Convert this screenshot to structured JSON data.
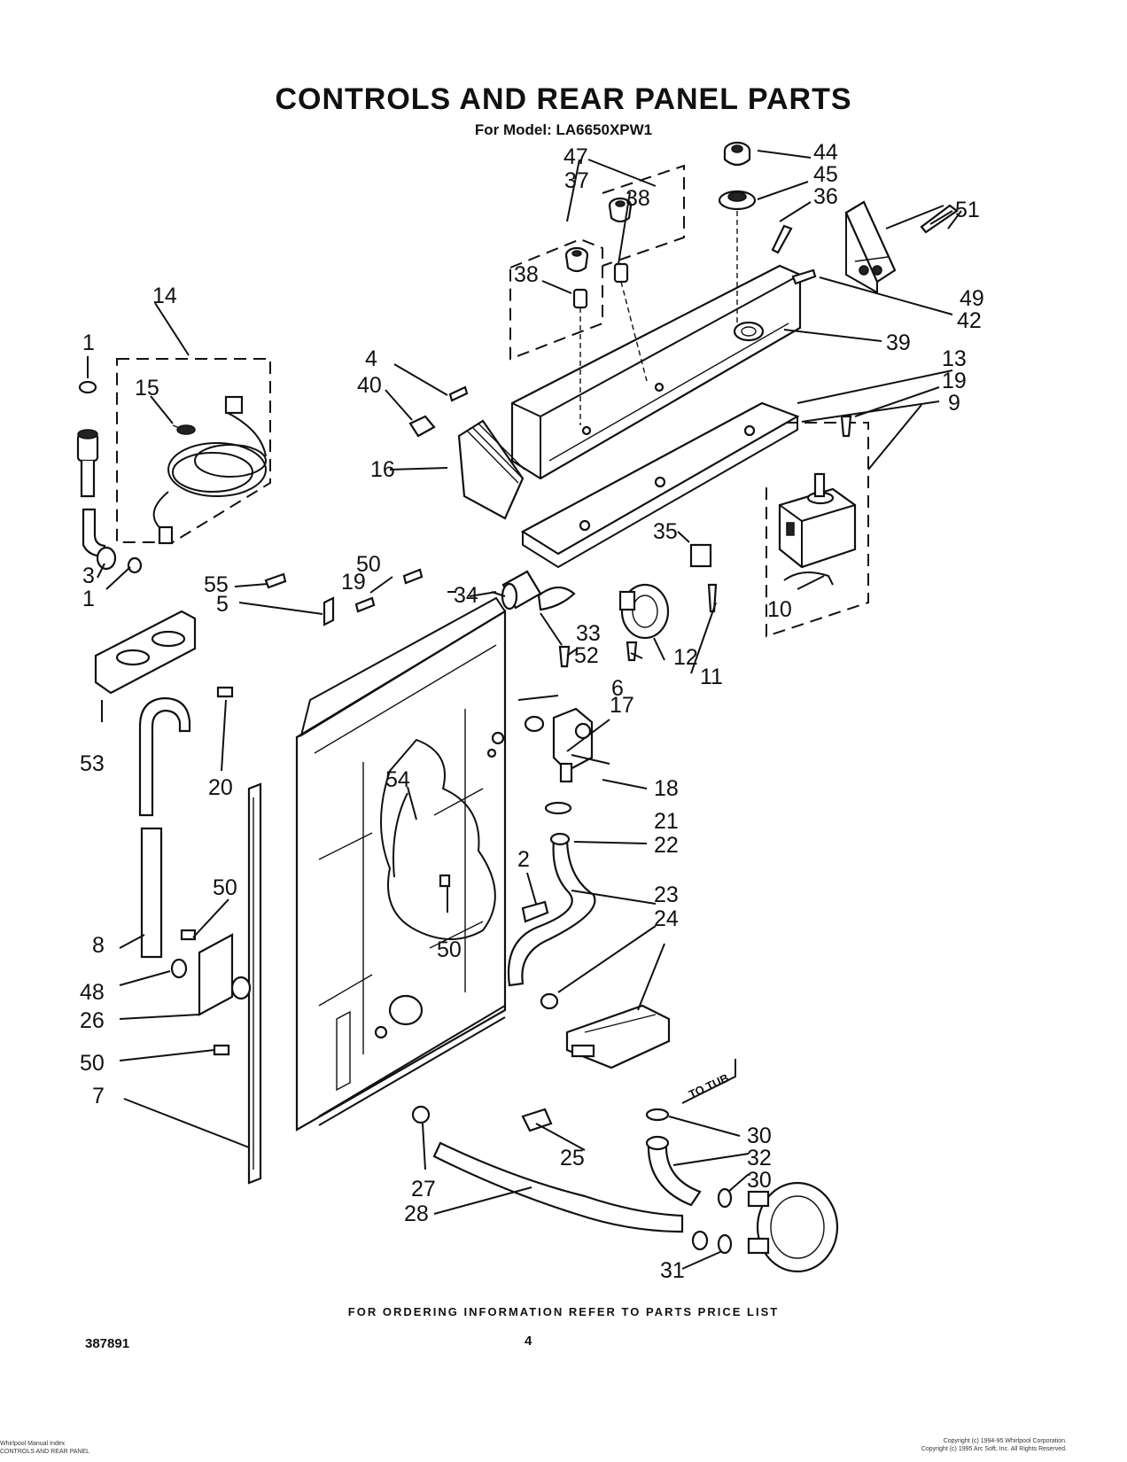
{
  "header": {
    "title": "CONTROLS AND REAR PANEL PARTS",
    "model_line": "For Model: LA6650XPW1"
  },
  "diagram": {
    "callouts": [
      {
        "id": "c1a",
        "label": "1"
      },
      {
        "id": "c1b",
        "label": "1"
      },
      {
        "id": "c2",
        "label": "2"
      },
      {
        "id": "c3",
        "label": "3"
      },
      {
        "id": "c4",
        "label": "4"
      },
      {
        "id": "c5",
        "label": "5"
      },
      {
        "id": "c6",
        "label": "6"
      },
      {
        "id": "c7",
        "label": "7"
      },
      {
        "id": "c8",
        "label": "8"
      },
      {
        "id": "c9",
        "label": "9"
      },
      {
        "id": "c10",
        "label": "10"
      },
      {
        "id": "c11",
        "label": "11"
      },
      {
        "id": "c12",
        "label": "12"
      },
      {
        "id": "c13",
        "label": "13"
      },
      {
        "id": "c14",
        "label": "14"
      },
      {
        "id": "c15",
        "label": "15"
      },
      {
        "id": "c16",
        "label": "16"
      },
      {
        "id": "c17",
        "label": "17"
      },
      {
        "id": "c18",
        "label": "18"
      },
      {
        "id": "c19a",
        "label": "19"
      },
      {
        "id": "c19b",
        "label": "19"
      },
      {
        "id": "c20",
        "label": "20"
      },
      {
        "id": "c21",
        "label": "21"
      },
      {
        "id": "c22",
        "label": "22"
      },
      {
        "id": "c23",
        "label": "23"
      },
      {
        "id": "c24",
        "label": "24"
      },
      {
        "id": "c25",
        "label": "25"
      },
      {
        "id": "c26",
        "label": "26"
      },
      {
        "id": "c27",
        "label": "27"
      },
      {
        "id": "c28",
        "label": "28"
      },
      {
        "id": "c30a",
        "label": "30"
      },
      {
        "id": "c30b",
        "label": "30"
      },
      {
        "id": "c31",
        "label": "31"
      },
      {
        "id": "c32",
        "label": "32"
      },
      {
        "id": "c33",
        "label": "33"
      },
      {
        "id": "c34",
        "label": "34"
      },
      {
        "id": "c35",
        "label": "35"
      },
      {
        "id": "c36",
        "label": "36"
      },
      {
        "id": "c37",
        "label": "37"
      },
      {
        "id": "c38a",
        "label": "38"
      },
      {
        "id": "c38b",
        "label": "38"
      },
      {
        "id": "c39",
        "label": "39"
      },
      {
        "id": "c40",
        "label": "40"
      },
      {
        "id": "c42",
        "label": "42"
      },
      {
        "id": "c44",
        "label": "44"
      },
      {
        "id": "c45",
        "label": "45"
      },
      {
        "id": "c47",
        "label": "47"
      },
      {
        "id": "c48",
        "label": "48"
      },
      {
        "id": "c49",
        "label": "49"
      },
      {
        "id": "c50a",
        "label": "50"
      },
      {
        "id": "c50b",
        "label": "50"
      },
      {
        "id": "c50c",
        "label": "50"
      },
      {
        "id": "c50d",
        "label": "50"
      },
      {
        "id": "c51",
        "label": "51"
      },
      {
        "id": "c52",
        "label": "52"
      },
      {
        "id": "c53",
        "label": "53"
      },
      {
        "id": "c54",
        "label": "54"
      },
      {
        "id": "c55",
        "label": "55"
      }
    ],
    "to_tub_label": "TO TUB"
  },
  "footer": {
    "ordering_note": "FOR ORDERING INFORMATION REFER TO PARTS PRICE LIST",
    "document_number": "387891",
    "page_number": "4",
    "smallprint_left": [
      "Whirlpool Manual Index",
      "CONTROLS AND REAR PANEL"
    ],
    "smallprint_right": [
      "Copyright (c) 1994-95 Whirlpool Corporation.",
      "Copyright (c) 1995 Arc Soft, Inc. All Rights Reserved."
    ]
  }
}
